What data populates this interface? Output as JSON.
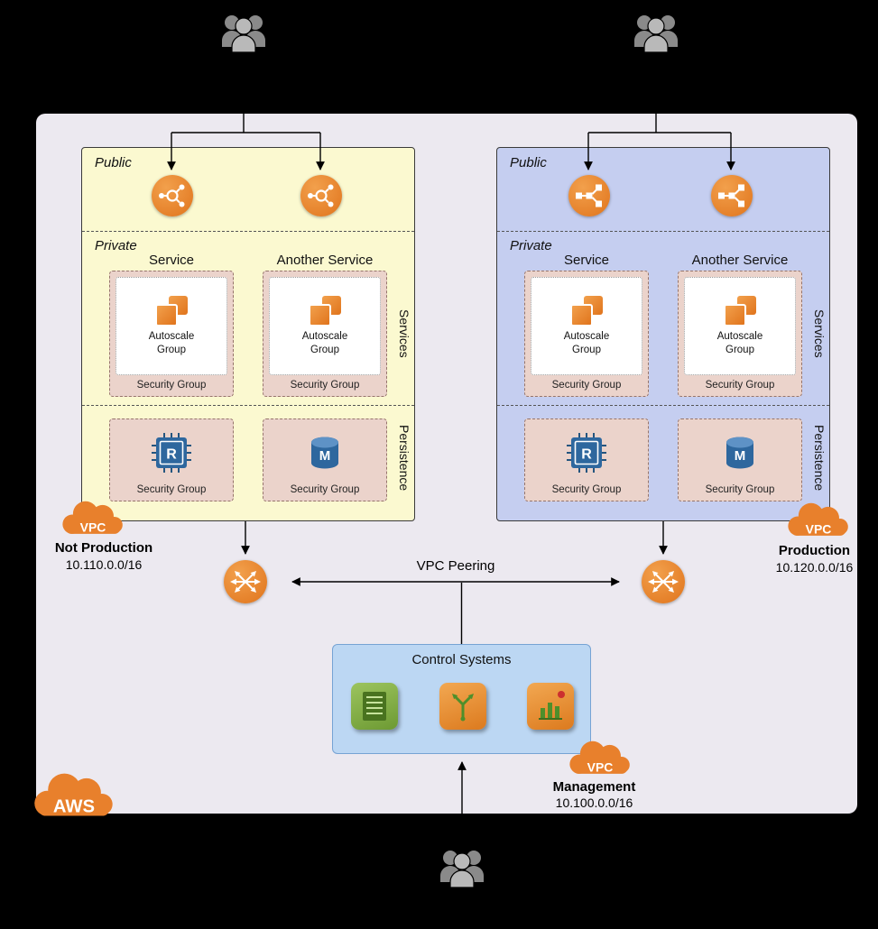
{
  "aws_cloud": {
    "label": "AWS"
  },
  "peering": {
    "label": "VPC Peering"
  },
  "left_vpc": {
    "public_label": "Public",
    "private_label": "Private",
    "service_a": "Service",
    "service_b": "Another Service",
    "autoscale_label": "Autoscale Group",
    "security_group_label": "Security Group",
    "services_side_label": "Services",
    "persistence_side_label": "Persistence",
    "cache_icon_letter": "R",
    "db_icon_letter": "M",
    "vpc_badge": "VPC",
    "name": "Not Production",
    "cidr": "10.110.0.0/16"
  },
  "right_vpc": {
    "public_label": "Public",
    "private_label": "Private",
    "service_a": "Service",
    "service_b": "Another Service",
    "autoscale_label": "Autoscale Group",
    "security_group_label": "Security Group",
    "services_side_label": "Services",
    "persistence_side_label": "Persistence",
    "cache_icon_letter": "R",
    "db_icon_letter": "M",
    "vpc_badge": "VPC",
    "name": "Production",
    "cidr": "10.120.0.0/16"
  },
  "management": {
    "title": "Control Systems",
    "vpc_badge": "VPC",
    "name": "Management",
    "cidr": "10.100.0.0/16"
  },
  "colors": {
    "aws_orange": "#E8802C",
    "icon_orange_light": "#F2A04C",
    "icon_orange_dark": "#E0741C",
    "vpc_yellow": "#FBF9D0",
    "vpc_blue": "#C5CEF0",
    "sg_pink": "#EBD3CB",
    "sg_border": "#96756B",
    "control_blue": "#BCD7F3",
    "control_border": "#76A3D4",
    "blue_icon": "#2E679E",
    "green_icon": "#6D9A33",
    "canvas_bg": "#ECE9F0"
  }
}
